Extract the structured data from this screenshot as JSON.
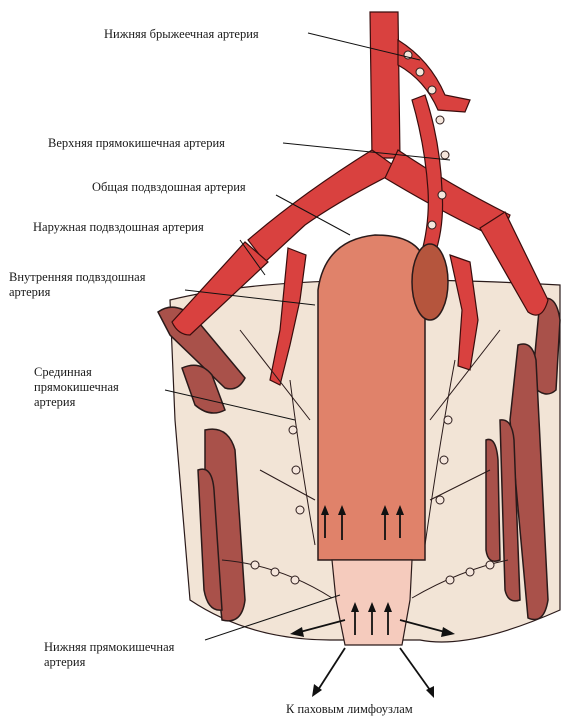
{
  "labels": {
    "inferior_mesenteric": "Нижняя брыжеечная артерия",
    "superior_rectal": "Верхняя прямокишечная артерия",
    "common_iliac": "Общая подвздошная артерия",
    "external_iliac": "Наружная подвздошная артерия",
    "internal_iliac": "Внутренняя подвздошная\nартерия",
    "middle_rectal": "Срединная\nпрямокишечная\nартерия",
    "inferior_rectal": "Нижняя прямокишечная\nартерия",
    "inguinal": "К паховым лимфоузлам"
  },
  "colors": {
    "artery": "#d9413f",
    "rectum": "#e0826a",
    "pelvic_tissue": "#f2e4d6",
    "muscle": "#a9514a",
    "outline": "#2a1a1a"
  }
}
